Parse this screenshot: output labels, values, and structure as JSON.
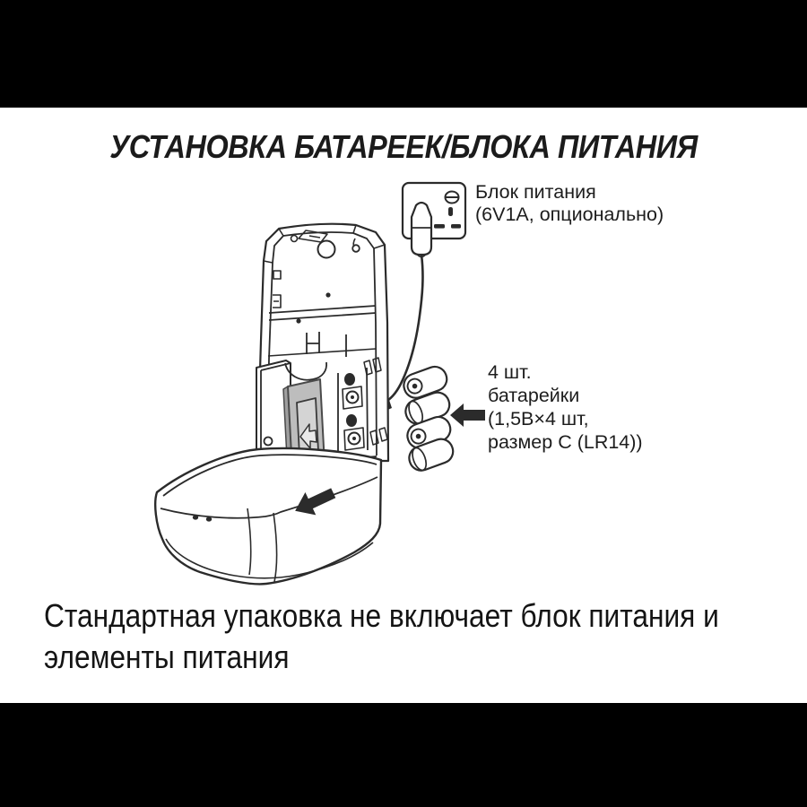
{
  "title": "УСТАНОВКА БАТАРЕЕК/БЛОКА ПИТАНИЯ",
  "labels": {
    "power_adapter_line1": "Блок питания",
    "power_adapter_line2": "(6V1A, опционально)",
    "batteries_line1": "4 шт.",
    "batteries_line2": "батарейки",
    "batteries_line3": "(1,5В×4 шт,",
    "batteries_line4": "размер C (LR14))"
  },
  "note": {
    "line1": "Стандартная упаковка не включает блок питания и",
    "line2": "элементы питания"
  },
  "icons": {
    "wall_socket": "uk-wall-socket outline drawing",
    "power_plug": "plug adapter inserted in socket",
    "power_cable": "curved cable from plug to device",
    "device_back_panel": "open dispenser back panel",
    "battery_compartment": "battery bay with contacts",
    "battery_cover": "gray sliding cover with left arrow",
    "batteries": "stack of 4 C-size cells",
    "batteries_arrow": "solid black arrow pointing left",
    "cover_slide_arrow": "solid black arrow pointing down-left"
  },
  "colors": {
    "letterbox": "#000000",
    "background": "#ffffff",
    "line": "#2b2b2b",
    "battery_cover_fill": "#bdbdbd",
    "battery_cover_inner": "#d4d4d4"
  }
}
